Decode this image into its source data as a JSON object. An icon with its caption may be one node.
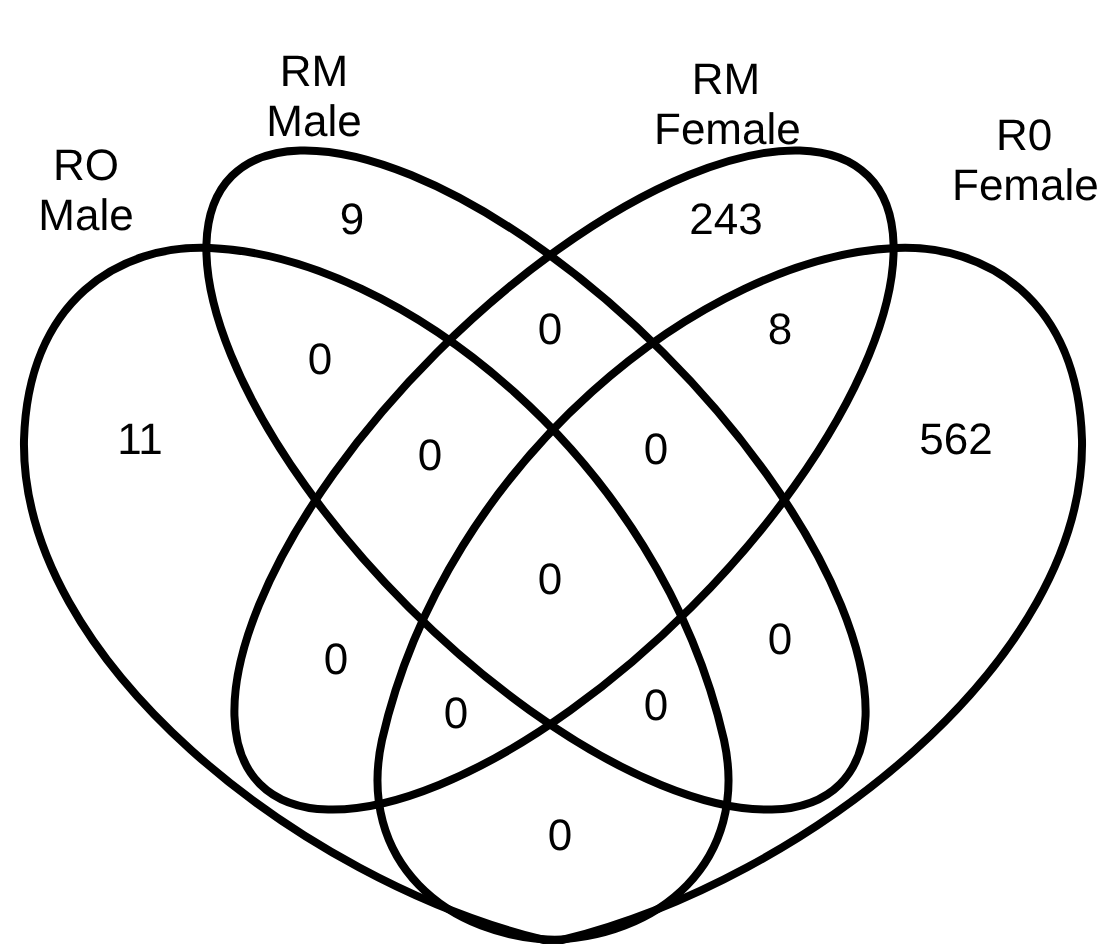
{
  "diagram": {
    "nodes": [
      {
        "text": [
          "RO Male"
        ]
      },
      {
        "text": [
          "RM Male"
        ]
      },
      {
        "text": [
          "RM Female"
        ]
      },
      {
        "text": [
          "R0 Female"
        ]
      }
    ],
    "labels": [
      "9",
      "243",
      "11",
      "0",
      "0",
      "8",
      "0",
      "0",
      "562",
      "0",
      "0",
      "0",
      "0",
      "0",
      "0"
    ]
  }
}
